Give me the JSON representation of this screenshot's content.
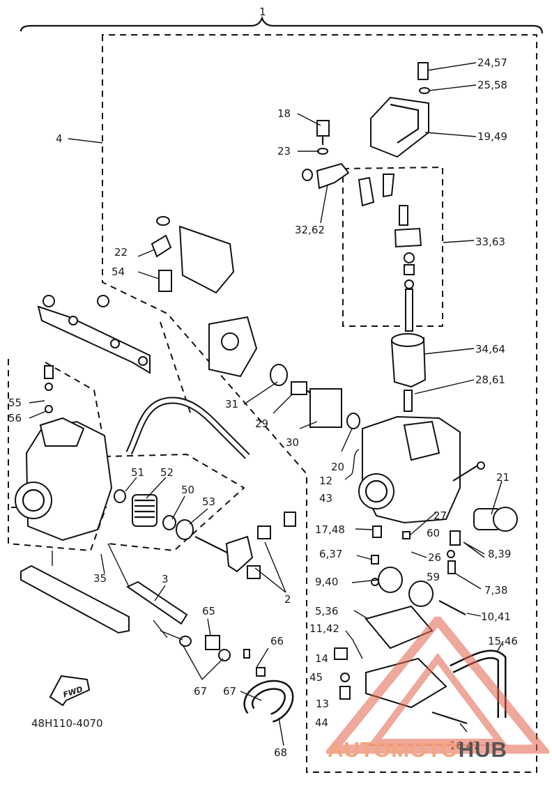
{
  "diagram": {
    "top_ref": "1",
    "drawing_code": "48H110-4070",
    "fwd_label": "FWD",
    "callouts": [
      "24,57",
      "25,58",
      "19,49",
      "18",
      "23",
      "32,62",
      "33,63",
      "4",
      "22",
      "54",
      "34,64",
      "28,61",
      "31",
      "29",
      "30",
      "20",
      "12",
      "43",
      "21",
      "55",
      "56",
      "51",
      "52",
      "50",
      "53",
      "17,48",
      "27",
      "60",
      "8,39",
      "6,37",
      "26",
      "59",
      "7,38",
      "9,40",
      "35",
      "3",
      "2",
      "65",
      "5,36",
      "10,41",
      "11,42",
      "15,46",
      "14",
      "45",
      "66",
      "67",
      "67",
      "13",
      "44",
      "68",
      "16,47"
    ]
  },
  "watermark": {
    "part1": "AUTOMOTO",
    "part2": "HUB",
    "color_light": "#f3a57d",
    "color_dark": "#555555",
    "triangle_color": "#e0604a"
  }
}
